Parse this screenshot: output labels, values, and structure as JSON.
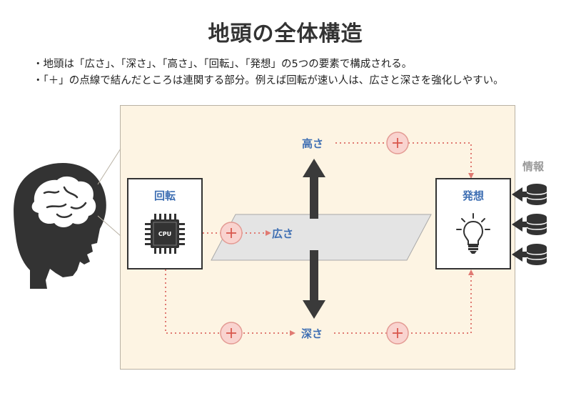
{
  "title": "地頭の全体構造",
  "bullets": [
    "・地頭は「広さ」、「深さ」、「高さ」、「回転」、「発想」の5つの要素で構成される。",
    "・「＋」の点線で結んだところは連関する部分。例えば回転が速い人は、広さと深さを強化しやすい。"
  ],
  "nodes": {
    "kaiten": "回転",
    "hassou": "発想",
    "hirosa": "広さ",
    "fukasa": "深さ",
    "takasa": "高さ"
  },
  "info_label": "情報",
  "cpu_label": "CPU",
  "plus_symbol": "+",
  "icons": [
    "head-brain-icon",
    "cpu-chip-icon",
    "light-bulb-icon",
    "database-icon"
  ],
  "colors": {
    "accent_text": "#3f6fb3",
    "connector": "#e07a72",
    "plus_fill": "#f9d3cf",
    "panel_bg": "#fdf4e3",
    "arrow": "#3a3a3a"
  }
}
